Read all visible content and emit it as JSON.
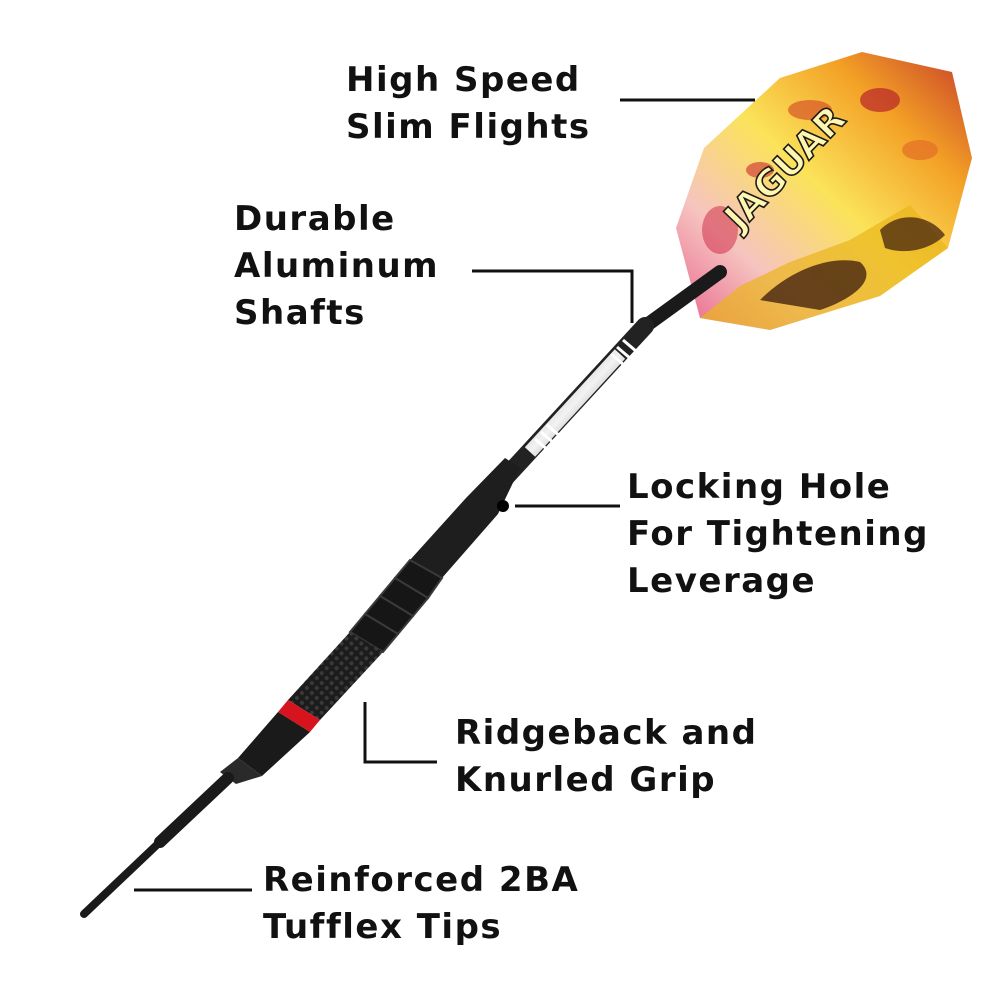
{
  "product": {
    "flight_brand_text": "JAGUAR",
    "accent_colors": {
      "grip_band": "#d7141e",
      "body": "#1a1a1a",
      "flight_red": "#c0232b",
      "flight_yellow": "#f5d21c",
      "flight_orange": "#f08a1e"
    }
  },
  "callouts": [
    {
      "id": "flights",
      "lines": [
        "High Speed",
        "Slim Flights"
      ]
    },
    {
      "id": "shafts",
      "lines": [
        "Durable",
        "Aluminum",
        "Shafts"
      ]
    },
    {
      "id": "locking-hole",
      "lines": [
        "Locking Hole",
        "For Tightening",
        "Leverage"
      ]
    },
    {
      "id": "grip",
      "lines": [
        "Ridgeback and",
        "Knurled Grip"
      ]
    },
    {
      "id": "tips",
      "lines": [
        "Reinforced 2BA",
        "Tufflex Tips"
      ]
    }
  ]
}
